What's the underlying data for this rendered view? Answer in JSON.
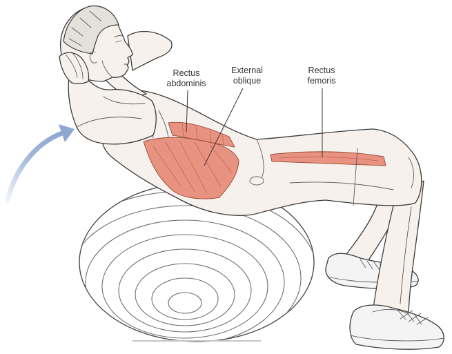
{
  "labels": {
    "rectus_abdominis": {
      "line1": "Rectus",
      "line2": "abdominis"
    },
    "external_oblique": {
      "line1": "External",
      "line2": "oblique"
    },
    "rectus_femoris": {
      "line1": "Rectus",
      "line2": "femoris"
    }
  },
  "colors": {
    "muscle": "#e5836e",
    "arrow": "#8ea7d1"
  }
}
